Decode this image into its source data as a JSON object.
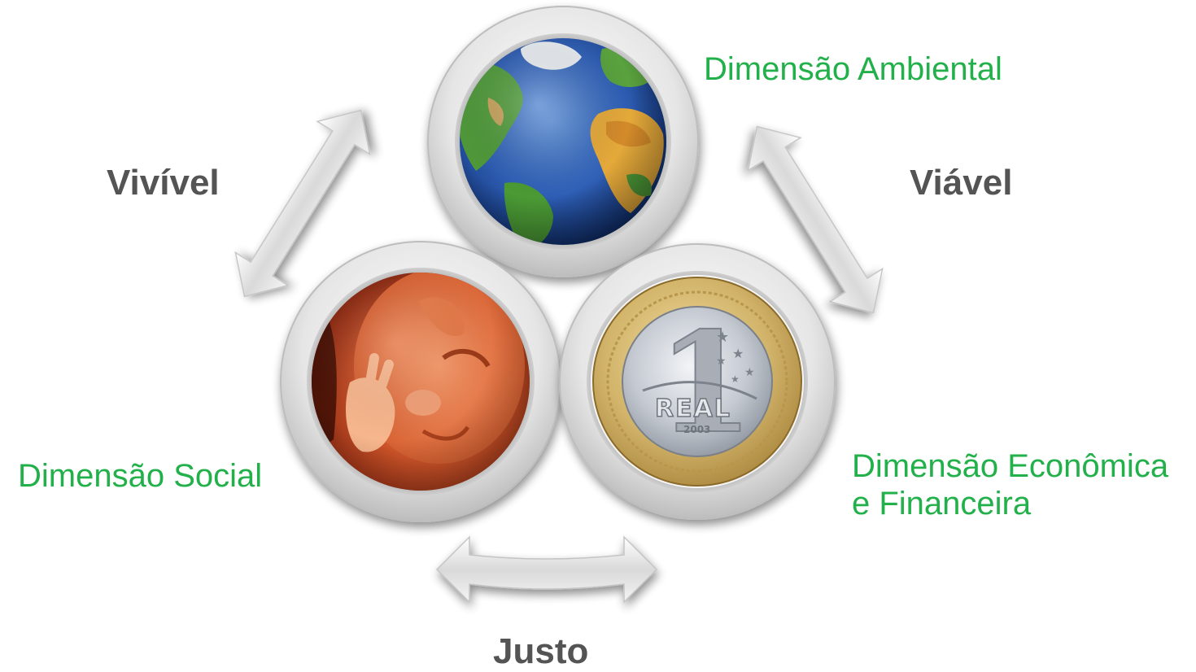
{
  "dimensions": {
    "ambiental": "Dimensão Ambiental",
    "social": "Dimensão Social",
    "economica_line1": "Dimensão Econômica",
    "economica_line2": "e Financeira"
  },
  "relations": {
    "vivivel": "Vivível",
    "viavel": "Viável",
    "justo": "Justo"
  },
  "coin": {
    "value_text": "1",
    "word": "REAL",
    "year": "2003"
  },
  "colors": {
    "dimension_green": "#22b04a",
    "relation_gray": "#545454",
    "frame_gray": "#d8d8d8"
  },
  "icons": {
    "environment": "globe-icon",
    "social": "baby-icon",
    "economic": "coin-icon",
    "relation": "double-arrow-icon"
  }
}
